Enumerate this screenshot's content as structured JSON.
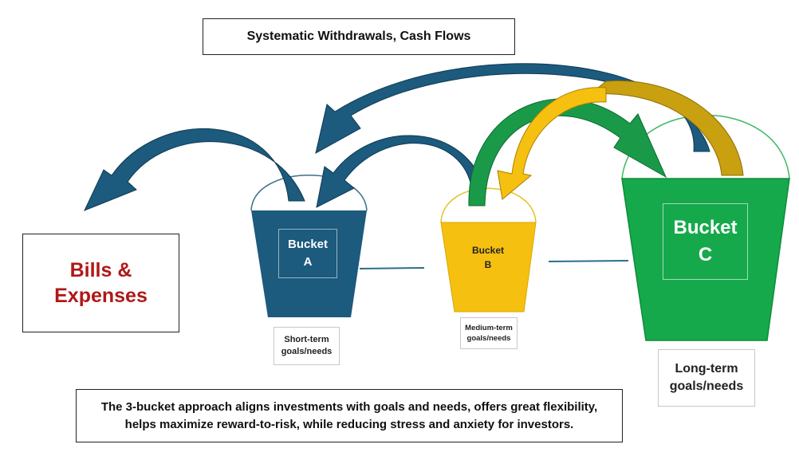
{
  "title": "Systematic Withdrawals, Cash Flows",
  "bills": {
    "line1": "Bills &",
    "line2": "Expenses"
  },
  "buckets": [
    {
      "line1": "Bucket",
      "line2": "A",
      "label_line1": "Short-term",
      "label_line2": "goals/needs",
      "color": "#1c5a7e"
    },
    {
      "line1": "Bucket",
      "line2": "B",
      "label_line1": "Medium-term",
      "label_line2": "goals/needs",
      "color": "#f5c010"
    },
    {
      "line1": "Bucket",
      "line2": "C",
      "label_line1": "Long-term",
      "label_line2": "goals/needs",
      "color": "#16a94c"
    }
  ],
  "summary": {
    "line1": "The 3-bucket approach aligns investments with goals and needs, offers great flexibility,",
    "line2": "helps maximize reward-to-risk, while reducing stress and anxiety for investors."
  },
  "colors": {
    "arrow_blue": "#1c5a7e",
    "arrow_green": "#1a9a48",
    "arrow_gold": "#f5c010",
    "arrow_darkgold": "#c9a010",
    "connector": "#2c6d8e",
    "bills_text": "#b01818"
  }
}
